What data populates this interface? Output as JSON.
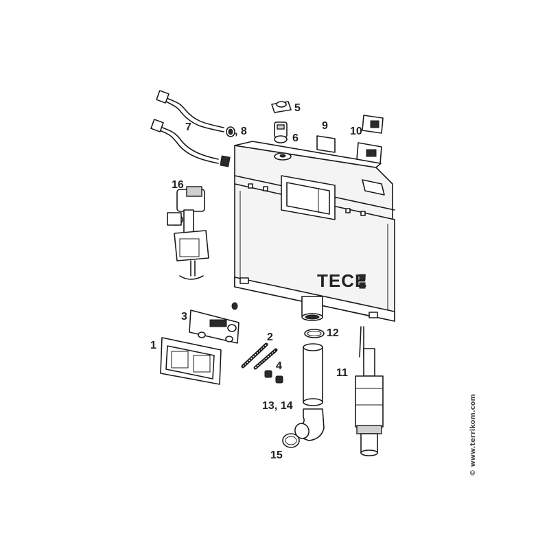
{
  "brand_logo": "TECE",
  "watermark": "© www.terrikom.com",
  "callouts": {
    "p1": "1",
    "p2": "2",
    "p3": "3",
    "p4": "4",
    "p5": "5",
    "p6": "6",
    "p7": "7",
    "p8": ", 8",
    "p9": "9",
    "p10": "10",
    "p11": "11",
    "p12": "12",
    "p13_14": "13, 14",
    "p15": "15",
    "p16": "16"
  }
}
